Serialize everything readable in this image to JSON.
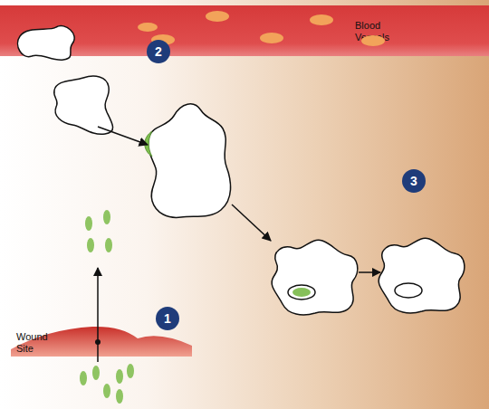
{
  "diagram": {
    "nodes": [
      {
        "text": [
          "Blood Vessels"
        ]
      },
      {
        "text": [
          "Wound Site"
        ]
      }
    ],
    "labels": [
      "1",
      "2",
      "3"
    ]
  }
}
